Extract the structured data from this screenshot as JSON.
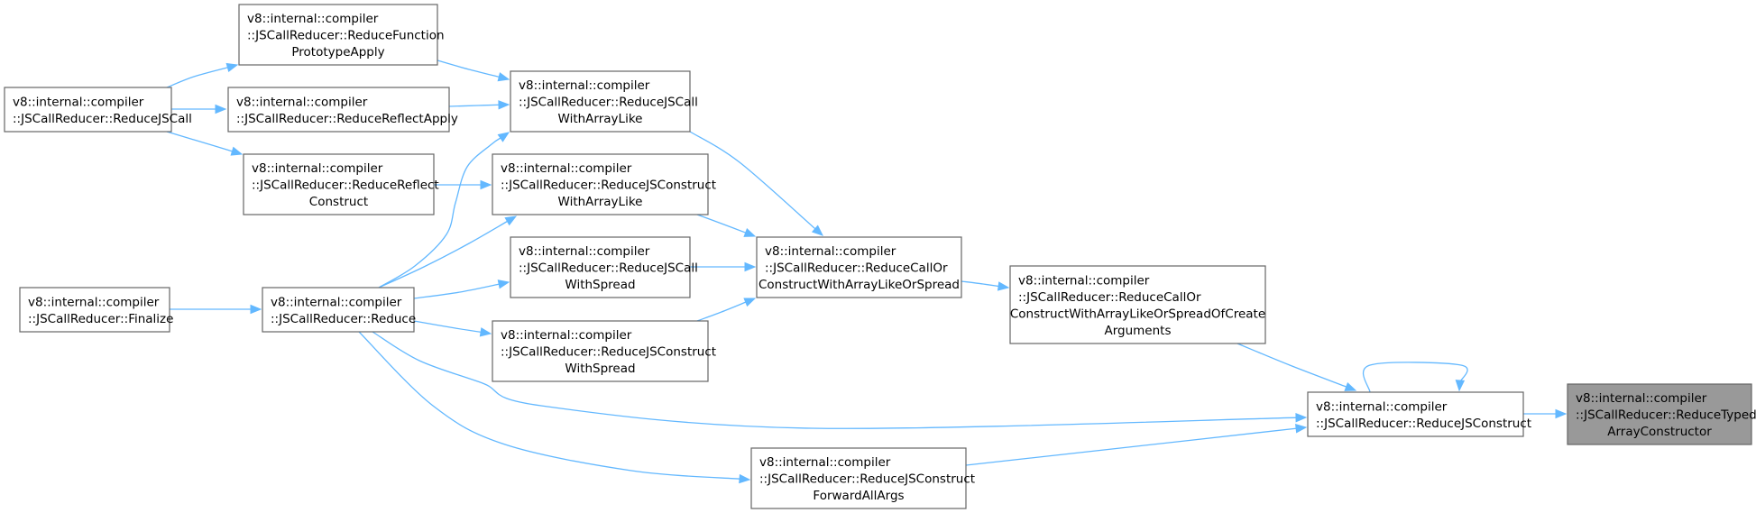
{
  "nodes": [
    {
      "id": "reduceJSCall",
      "lines": [
        "v8::internal::compiler",
        "::JSCallReducer::ReduceJSCall"
      ]
    },
    {
      "id": "reduceFunctionPrototypeApply",
      "lines": [
        "v8::internal::compiler",
        "::JSCallReducer::ReduceFunction",
        "PrototypeApply"
      ]
    },
    {
      "id": "reduceReflectApply",
      "lines": [
        "v8::internal::compiler",
        "::JSCallReducer::ReduceReflectApply"
      ]
    },
    {
      "id": "reduceReflectConstruct",
      "lines": [
        "v8::internal::compiler",
        "::JSCallReducer::ReduceReflect",
        "Construct"
      ]
    },
    {
      "id": "finalize",
      "lines": [
        "v8::internal::compiler",
        "::JSCallReducer::Finalize"
      ]
    },
    {
      "id": "reduce",
      "lines": [
        "v8::internal::compiler",
        "::JSCallReducer::Reduce"
      ]
    },
    {
      "id": "reduceJSCallWithArrayLike",
      "lines": [
        "v8::internal::compiler",
        "::JSCallReducer::ReduceJSCall",
        "WithArrayLike"
      ]
    },
    {
      "id": "reduceJSConstructWithArrayLike",
      "lines": [
        "v8::internal::compiler",
        "::JSCallReducer::ReduceJSConstruct",
        "WithArrayLike"
      ]
    },
    {
      "id": "reduceJSCallWithSpread",
      "lines": [
        "v8::internal::compiler",
        "::JSCallReducer::ReduceJSCall",
        "WithSpread"
      ]
    },
    {
      "id": "reduceJSConstructWithSpread",
      "lines": [
        "v8::internal::compiler",
        "::JSCallReducer::ReduceJSConstruct",
        "WithSpread"
      ]
    },
    {
      "id": "reduceCallOrConstructWithArrayLikeOrSpread",
      "lines": [
        "v8::internal::compiler",
        "::JSCallReducer::ReduceCallOr",
        "ConstructWithArrayLikeOrSpread"
      ]
    },
    {
      "id": "reduceCallOrConstructWithArrayLikeOrSpreadOfCreateArguments",
      "lines": [
        "v8::internal::compiler",
        "::JSCallReducer::ReduceCallOr",
        "ConstructWithArrayLikeOrSpreadOfCreate",
        "Arguments"
      ]
    },
    {
      "id": "reduceJSConstructForwardAllArgs",
      "lines": [
        "v8::internal::compiler",
        "::JSCallReducer::ReduceJSConstruct",
        "ForwardAllArgs"
      ]
    },
    {
      "id": "reduceJSConstruct",
      "lines": [
        "v8::internal::compiler",
        "::JSCallReducer::ReduceJSConstruct"
      ]
    },
    {
      "id": "reduceTypedArrayConstructor",
      "lines": [
        "v8::internal::compiler",
        "::JSCallReducer::ReduceTyped",
        "ArrayConstructor"
      ]
    }
  ],
  "edges": [
    {
      "from": "reduceJSCall",
      "to": "reduceFunctionPrototypeApply"
    },
    {
      "from": "reduceJSCall",
      "to": "reduceReflectApply"
    },
    {
      "from": "reduceJSCall",
      "to": "reduceReflectConstruct"
    },
    {
      "from": "reduceFunctionPrototypeApply",
      "to": "reduceJSCallWithArrayLike"
    },
    {
      "from": "reduceReflectApply",
      "to": "reduceJSCallWithArrayLike"
    },
    {
      "from": "reduceReflectConstruct",
      "to": "reduceJSConstructWithArrayLike"
    },
    {
      "from": "finalize",
      "to": "reduce"
    },
    {
      "from": "reduce",
      "to": "reduceJSCallWithArrayLike"
    },
    {
      "from": "reduce",
      "to": "reduceJSConstructWithArrayLike"
    },
    {
      "from": "reduce",
      "to": "reduceJSCallWithSpread"
    },
    {
      "from": "reduce",
      "to": "reduceJSConstructWithSpread"
    },
    {
      "from": "reduce",
      "to": "reduceJSConstruct"
    },
    {
      "from": "reduce",
      "to": "reduceJSConstructForwardAllArgs"
    },
    {
      "from": "reduceJSCallWithArrayLike",
      "to": "reduceCallOrConstructWithArrayLikeOrSpread"
    },
    {
      "from": "reduceJSConstructWithArrayLike",
      "to": "reduceCallOrConstructWithArrayLikeOrSpread"
    },
    {
      "from": "reduceJSCallWithSpread",
      "to": "reduceCallOrConstructWithArrayLikeOrSpread"
    },
    {
      "from": "reduceJSConstructWithSpread",
      "to": "reduceCallOrConstructWithArrayLikeOrSpread"
    },
    {
      "from": "reduceCallOrConstructWithArrayLikeOrSpread",
      "to": "reduceCallOrConstructWithArrayLikeOrSpreadOfCreateArguments"
    },
    {
      "from": "reduceCallOrConstructWithArrayLikeOrSpreadOfCreateArguments",
      "to": "reduceJSConstruct"
    },
    {
      "from": "reduceJSConstructForwardAllArgs",
      "to": "reduceJSConstruct"
    },
    {
      "from": "reduceJSConstruct",
      "to": "reduceJSConstruct"
    },
    {
      "from": "reduceJSConstruct",
      "to": "reduceTypedArrayConstructor"
    }
  ],
  "focus_node": "reduceTypedArrayConstructor",
  "colors": {
    "edge": "#63b8ff",
    "node_border": "#666666",
    "node_fill": "#ffffff",
    "focus_fill": "#999999",
    "text": "#000000"
  }
}
